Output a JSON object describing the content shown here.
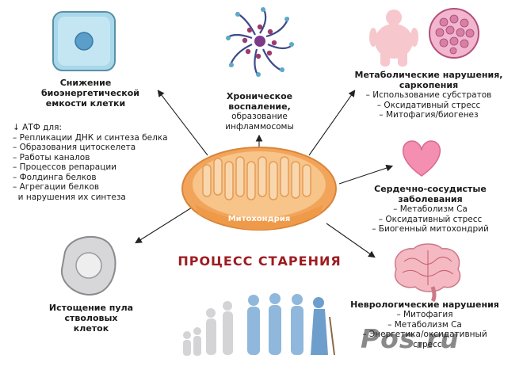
{
  "center": {
    "label": "Митохондрия",
    "caption": "ПРОЦЕСС СТАРЕНИЯ"
  },
  "energy": {
    "title_lines": [
      "Снижение",
      "биоэнергетической",
      "емкости клетки"
    ]
  },
  "atp": {
    "heading": "↓ АТФ для:",
    "items": [
      "– Репликации ДНК и синтеза белка",
      "– Образования цитоскелета",
      "– Работы каналов",
      "– Процессов репарации",
      "– Фолдинга белков",
      "– Агрегации белков",
      "  и нарушения их синтеза"
    ]
  },
  "inflammation": {
    "title_lines": [
      "Хроническое",
      "воспаление,"
    ],
    "detail_lines": [
      "образование",
      "инфламмосомы"
    ]
  },
  "metabolic": {
    "title_lines": [
      "Метаболические нарушения,",
      "саркопения"
    ],
    "items": [
      "– Использование субстратов",
      "– Оксидативный стресс",
      "– Митофагия/биогенез"
    ]
  },
  "cardio": {
    "title_lines": [
      "Сердечно-сосудистые",
      "заболевания"
    ],
    "items": [
      "– Метаболизм Ca",
      "– Оксидативный стресс",
      "– Биогенный митохондрий"
    ]
  },
  "stem": {
    "title_lines": [
      "Истощение пула",
      "стволовых клеток"
    ]
  },
  "neuro": {
    "title": "Неврологические нарушения",
    "items": [
      "– Митофагия",
      "– Метаболизм Ca",
      "– Энергетика/оксидативный",
      "  стресс"
    ]
  },
  "watermark": "Pos.ru",
  "colors": {
    "accent_red": "#9e1c20",
    "mito_orange": "#f2a55a",
    "heart_pink": "#f48fb1",
    "figure_blue": "#8fb8dc"
  },
  "icons": [
    "cell-icon",
    "inflammasome-icon",
    "obese-person-icon",
    "muscle-tissue-icon",
    "heart-icon",
    "stem-cell-icon",
    "brain-icon",
    "aging-figures-icon",
    "mitochondrion-icon"
  ]
}
